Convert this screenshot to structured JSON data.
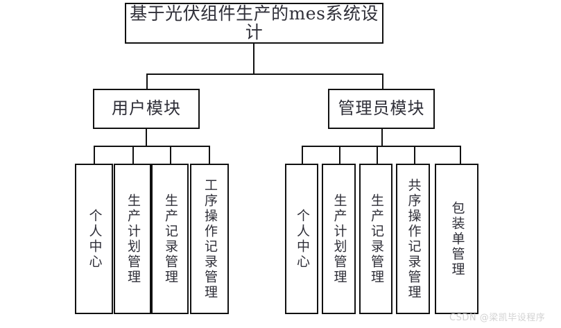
{
  "diagram": {
    "type": "tree-hierarchy",
    "background_color": "#ffffff",
    "line_color": "#111111",
    "text_color": "#2f2f38",
    "root": {
      "label": "基于光伏组件生产的mes系统设计"
    },
    "branches": [
      {
        "label": "用户模块",
        "children": [
          {
            "label": "个人中心"
          },
          {
            "label": "生产计划管理"
          },
          {
            "label": "生产记录管理"
          },
          {
            "label": "工序操作记录管理"
          }
        ]
      },
      {
        "label": "管理员模块",
        "children": [
          {
            "label": "个人中心"
          },
          {
            "label": "生产计划管理"
          },
          {
            "label": "生产记录管理"
          },
          {
            "label": "共序操作记录管理"
          },
          {
            "label": "包装单管理"
          }
        ]
      }
    ]
  },
  "watermark": {
    "text": "CSDN @梁凯毕设程序"
  }
}
